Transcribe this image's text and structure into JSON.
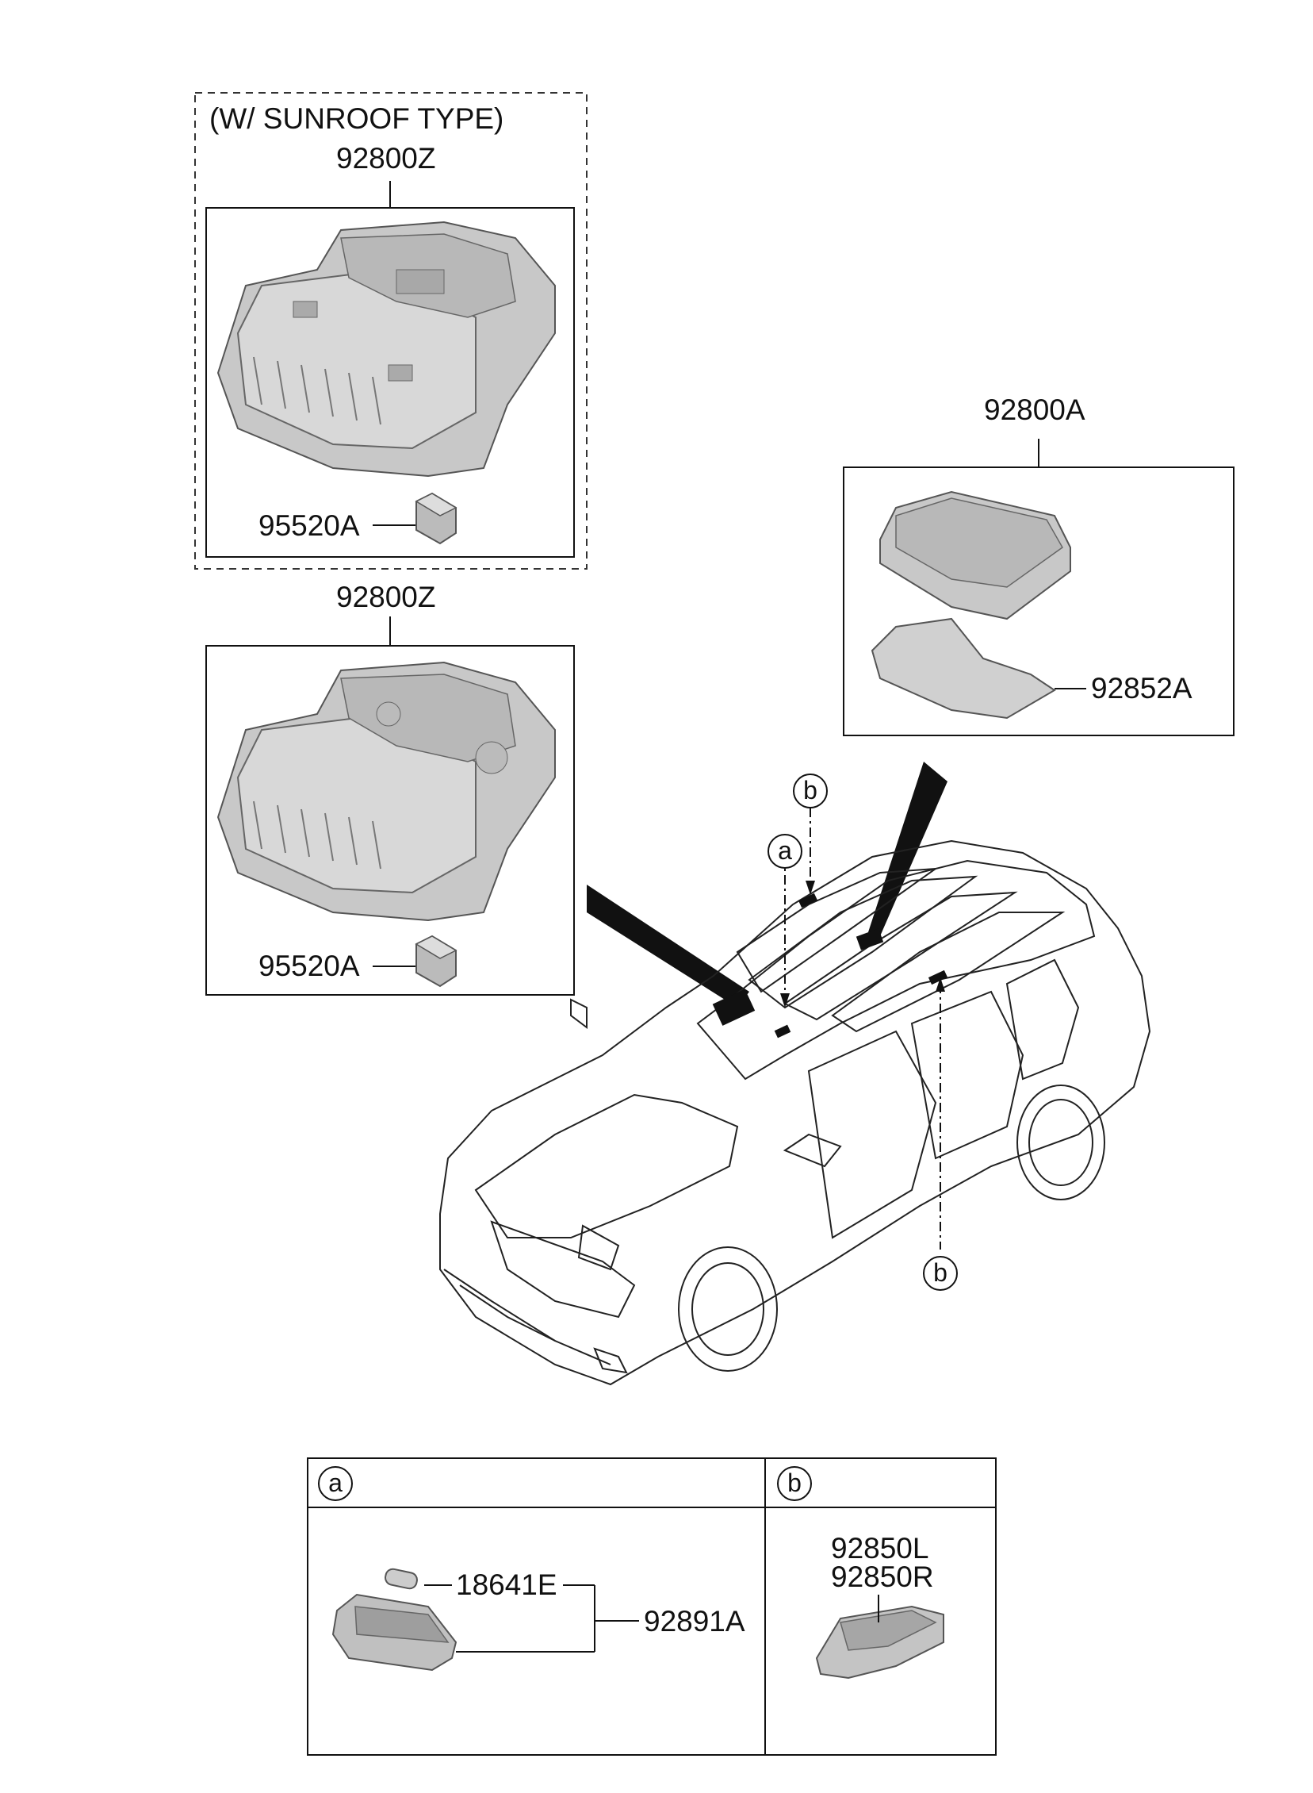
{
  "group_sunroof": {
    "title": "(W/ SUNROOF TYPE)",
    "lamp_label": "92800Z",
    "switch_label": "95520A"
  },
  "group_standard": {
    "lamp_label": "92800Z",
    "switch_label": "95520A"
  },
  "group_rear": {
    "lamp_label": "92800A",
    "lens_label": "92852A"
  },
  "callouts": {
    "a": "a",
    "b_top": "b",
    "b_side": "b"
  },
  "detail_table": {
    "col_a_marker": "a",
    "col_b_marker": "b",
    "col_a_parts": {
      "bulb": "18641E",
      "assembly": "92891A"
    },
    "col_b_parts": {
      "left": "92850L",
      "right": "92850R"
    }
  },
  "colors": {
    "line": "#111111",
    "part_fill": "#c8c8c8",
    "part_shadow": "#9a9a9a"
  }
}
